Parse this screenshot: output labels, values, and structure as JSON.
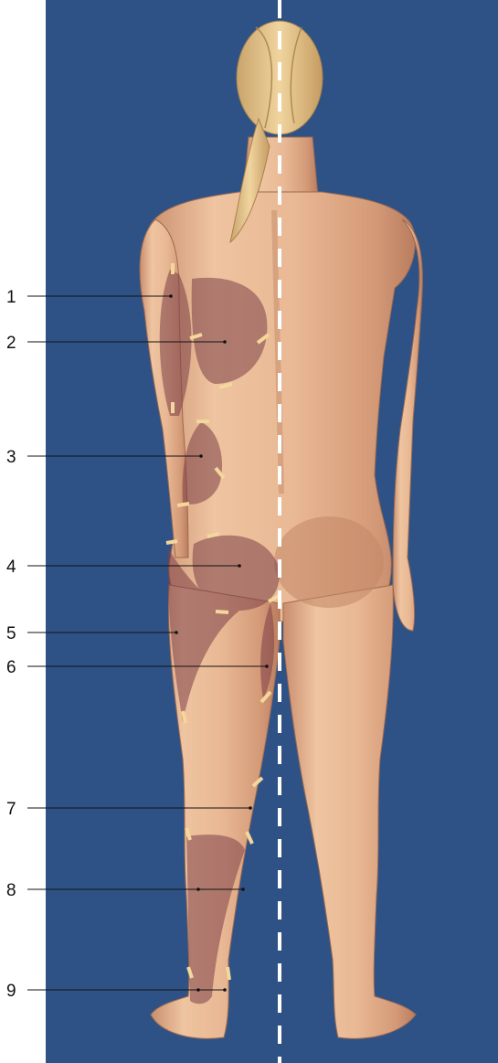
{
  "colors": {
    "background": "#2f5286",
    "skin_light": "#efc4a0",
    "skin_mid": "#dba282",
    "skin_shadow": "#b97d5f",
    "hair": "#e6c58e",
    "shaded_zone": "#7d4048",
    "tick_marks": "#f4d79a",
    "midline": "#ffffff",
    "leader_line": "#111111"
  },
  "labels": [
    {
      "id": "1",
      "text": "1"
    },
    {
      "id": "2",
      "text": "2"
    },
    {
      "id": "3",
      "text": "3"
    },
    {
      "id": "4",
      "text": "4"
    },
    {
      "id": "5",
      "text": "5"
    },
    {
      "id": "6",
      "text": "6"
    },
    {
      "id": "7",
      "text": "7"
    },
    {
      "id": "8",
      "text": "8"
    },
    {
      "id": "9",
      "text": "9"
    }
  ]
}
